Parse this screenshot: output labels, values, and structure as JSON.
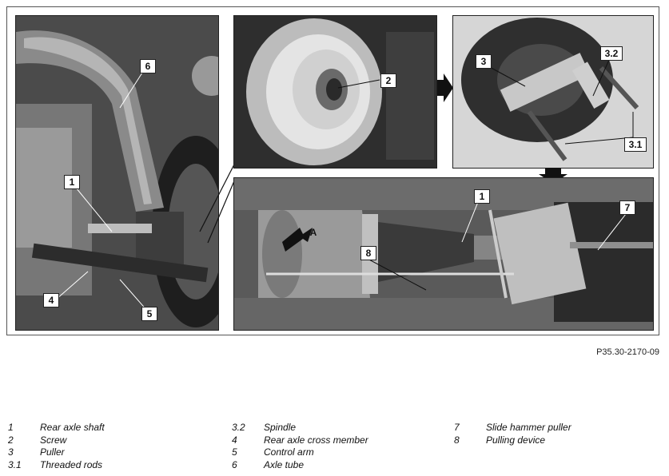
{
  "callouts": {
    "p1": [
      "6",
      "1",
      "4",
      "5"
    ],
    "p2": [
      "2"
    ],
    "p3": [
      "3",
      "3.2",
      "3.1"
    ],
    "p4": [
      "1",
      "7",
      "A",
      "8"
    ]
  },
  "figure_ref": "P35.30-2170-09",
  "legend": {
    "col1": [
      {
        "num": "1",
        "text": "Rear axle shaft"
      },
      {
        "num": "2",
        "text": "Screw"
      },
      {
        "num": "3",
        "text": "Puller"
      },
      {
        "num": "3.1",
        "text": "Threaded rods"
      }
    ],
    "col2": [
      {
        "num": "3.2",
        "text": "Spindle"
      },
      {
        "num": "4",
        "text": "Rear axle cross member"
      },
      {
        "num": "5",
        "text": "Control arm"
      },
      {
        "num": "6",
        "text": "Axle tube"
      }
    ],
    "col3": [
      {
        "num": "7",
        "text": "Slide hammer puller"
      },
      {
        "num": "8",
        "text": "Pulling device"
      }
    ]
  },
  "colors": {
    "photo_dark": "#3a3a3a",
    "panel_light": "#d8d8d8",
    "arrow": "#111111"
  }
}
